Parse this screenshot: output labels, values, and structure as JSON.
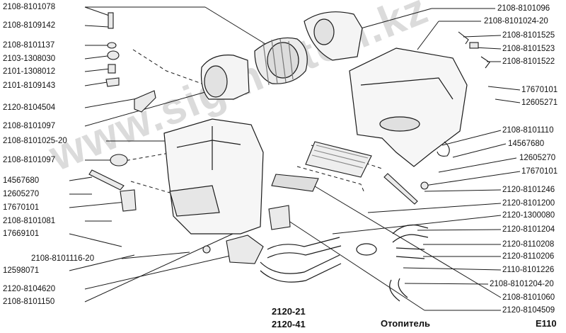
{
  "labels_left": [
    "2108-8101078",
    "2108-8109142",
    "2108-8101137",
    "2103-1308030",
    "2101-1308012",
    "2101-8109143",
    "2120-8104504",
    "2108-8101097",
    "2108-8101025-20",
    "2108-8101097",
    "14567680",
    "12605270",
    "17670101",
    "2108-8101081",
    "17669101",
    "2108-8101116-20",
    "12598071",
    "2120-8104620",
    "2108-8101150"
  ],
  "labels_right": [
    "2108-8101096",
    "2108-8101024-20",
    "2108-8101525",
    "2108-8101523",
    "2108-8101522",
    "17670101",
    "12605271",
    "2108-8101110",
    "14567680",
    "12605270",
    "17670101",
    "2120-8101246",
    "2120-8101200",
    "2120-1300080",
    "2120-8101204",
    "2120-8110208",
    "2120-8110206",
    "2110-8101226",
    "2108-8101204-20",
    "2108-8101060",
    "2120-8104509"
  ],
  "footer": {
    "model1": "2120-21",
    "model2": "2120-41",
    "caption": "Отопитель",
    "code": "E110"
  },
  "watermark": "www.sigma-ton.kz",
  "colors": {
    "line": "#1a1a1a",
    "part_fill": "#f4f4f4",
    "shade": "#9a9a9a",
    "watermark": "#c9c9c9"
  }
}
